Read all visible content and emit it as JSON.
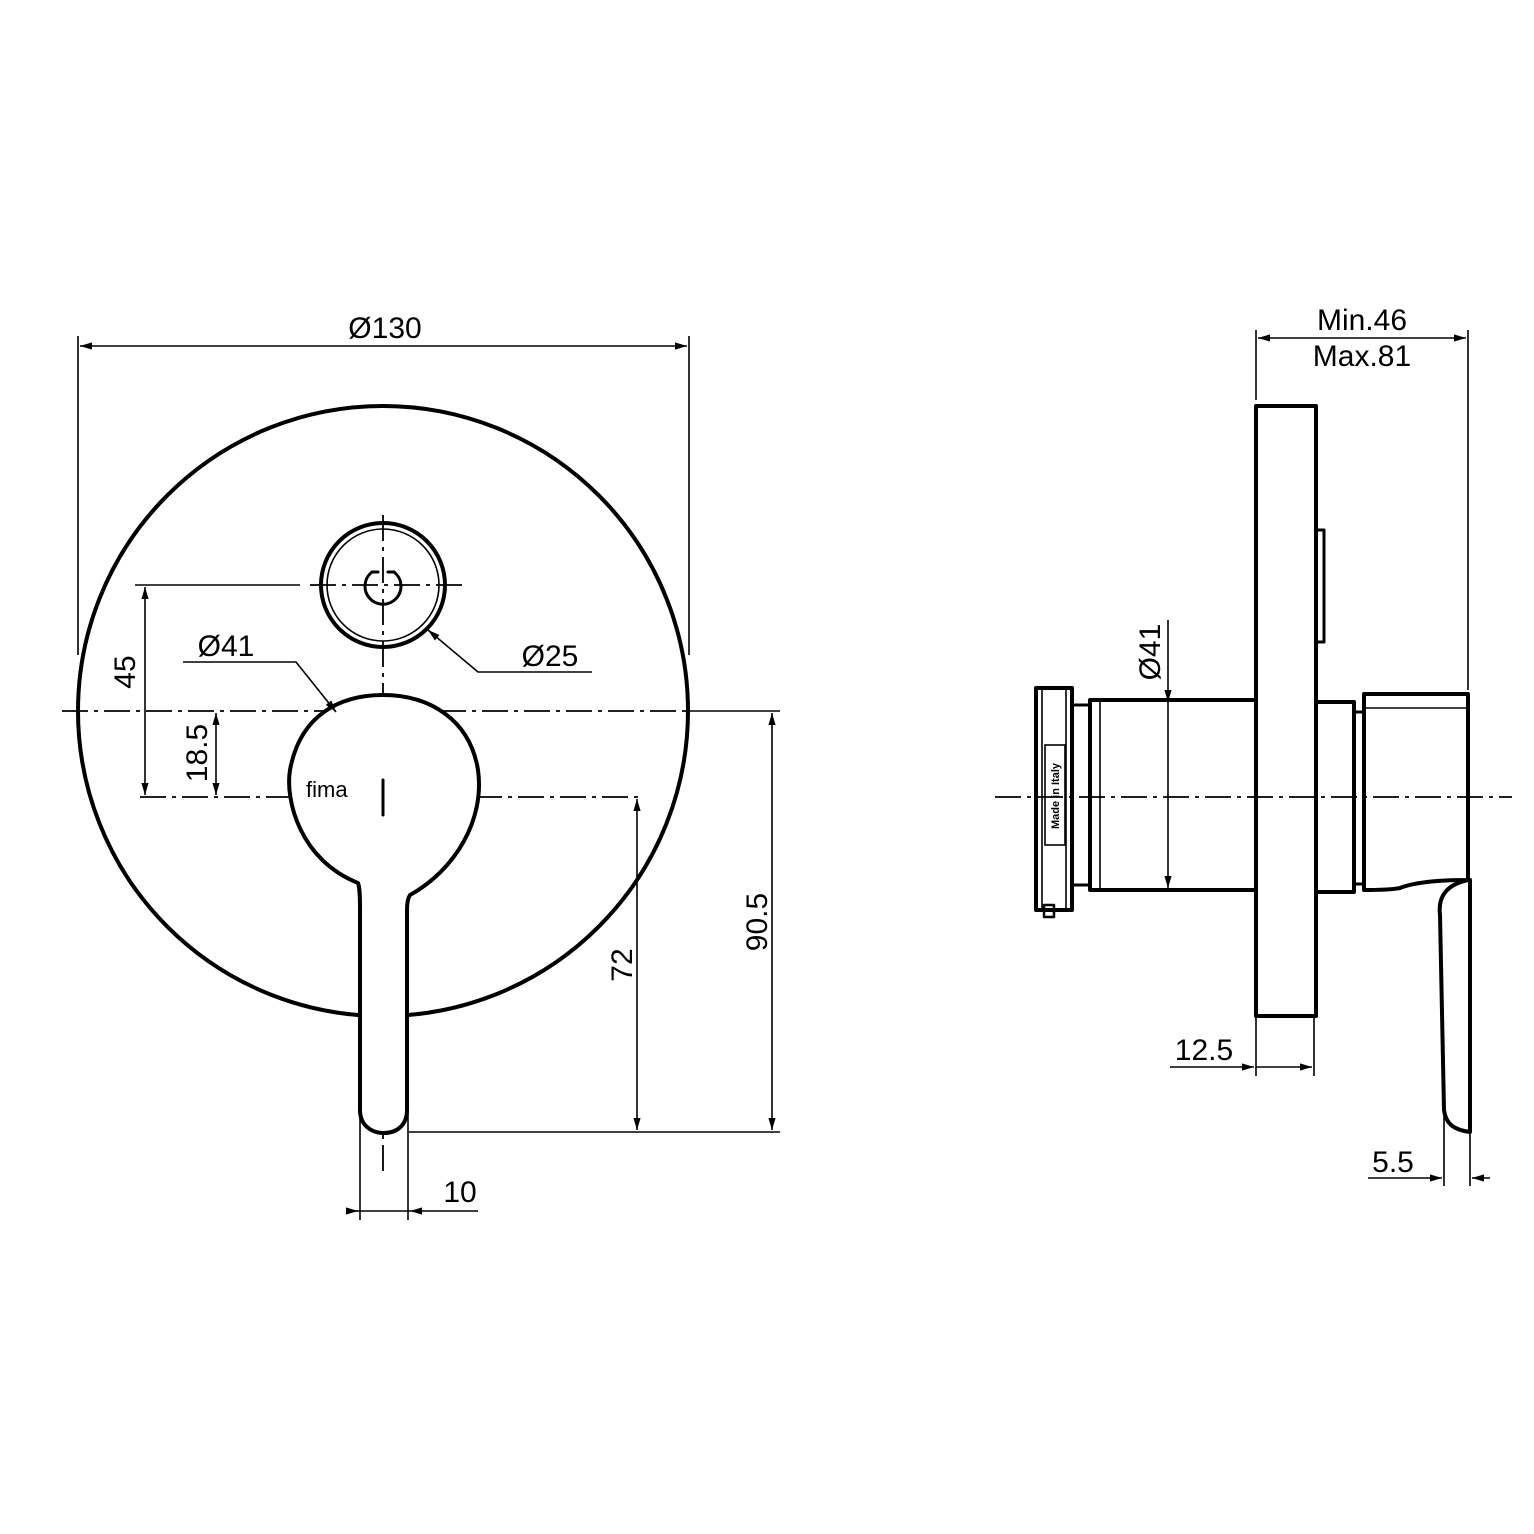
{
  "front_view": {
    "dimensions": {
      "plate_diameter": "Ø130",
      "diverter_knob_diameter": "Ø25",
      "handle_hub_diameter": "Ø41",
      "diverter_offset": "45",
      "hub_offset": "18.5",
      "lever_length": "72",
      "overall_height": "90.5",
      "lever_width": "10"
    },
    "logo": "fima"
  },
  "side_view": {
    "dimensions": {
      "depth_min": "Min.46",
      "depth_max": "Max.81",
      "body_diameter": "Ø41",
      "plate_thickness": "12.5",
      "lever_tip": "5.5"
    },
    "cap_marking": "Made in Italy"
  }
}
